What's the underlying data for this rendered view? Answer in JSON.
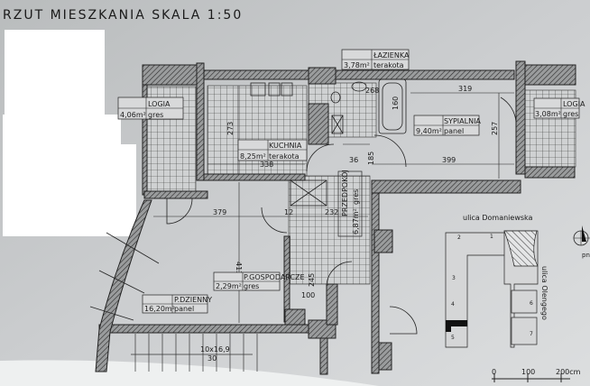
{
  "title": "RZUT MIESZKANIA SKALA 1:50",
  "rooms": [
    {
      "name": "LOGIA",
      "area": "4,06m²",
      "floor": "gres"
    },
    {
      "name": "KUCHNIA",
      "area": "8,25m²",
      "floor": "terakota"
    },
    {
      "name": "ŁAZIENKA",
      "area": "3,78m²",
      "floor": "terakota"
    },
    {
      "name": "SYPIALNIA",
      "area": "9,40m²",
      "floor": "panel"
    },
    {
      "name": "LOGIA",
      "area": "3,08m²",
      "floor": "gres"
    },
    {
      "name": "PRZEDPOKÓJ",
      "area": "6,87m²",
      "floor": "gres"
    },
    {
      "name": "P.GOSPODARCZE",
      "area": "2,29m²",
      "floor": "gres"
    },
    {
      "name": "P.DZIENNY",
      "area": "16,20m²",
      "floor": "panel"
    }
  ],
  "dimensions": {
    "kitchen_height": "273",
    "kitchen_width": "338",
    "bath_268": "268",
    "bath_tub": "160",
    "bedroom_top": "319",
    "bedroom_height": "257",
    "bedroom_bottom": "399",
    "hall_36": "36",
    "hall_185": "185",
    "living_width": "379",
    "living_height": "413",
    "hall_12": "12",
    "hall_232": "232",
    "utility_245": "245",
    "utility_100": "100",
    "stairs_size": "10x16,9",
    "stairs_30": "30"
  },
  "site_plan": {
    "street_top": "ulica Domaniewska",
    "street_side": "ulica Olengego",
    "buildings": [
      "1",
      "2",
      "3",
      "4",
      "5",
      "6",
      "7"
    ],
    "compass_label": "pn"
  },
  "scale_bar": {
    "ticks": [
      "0",
      "100",
      "200cm"
    ]
  },
  "colors": {
    "paper": "#c9cbcc",
    "ink": "#1a1a1a",
    "mask": "#ffffff"
  }
}
